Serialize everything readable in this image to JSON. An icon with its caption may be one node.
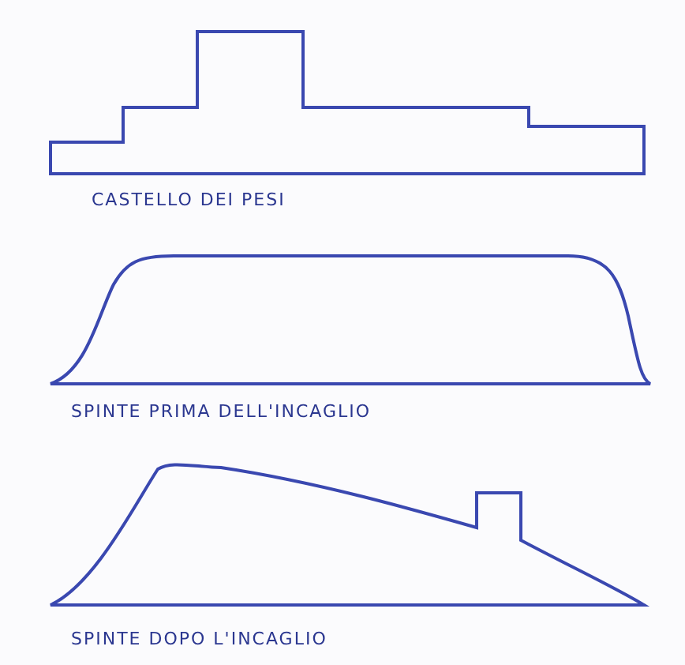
{
  "diagram": {
    "labels": [
      "CASTELLO DEI PESI",
      "SPINTE PRIMA DELL'INCAGLIO",
      "SPINTE DOPO L'INCAGLIO"
    ]
  }
}
